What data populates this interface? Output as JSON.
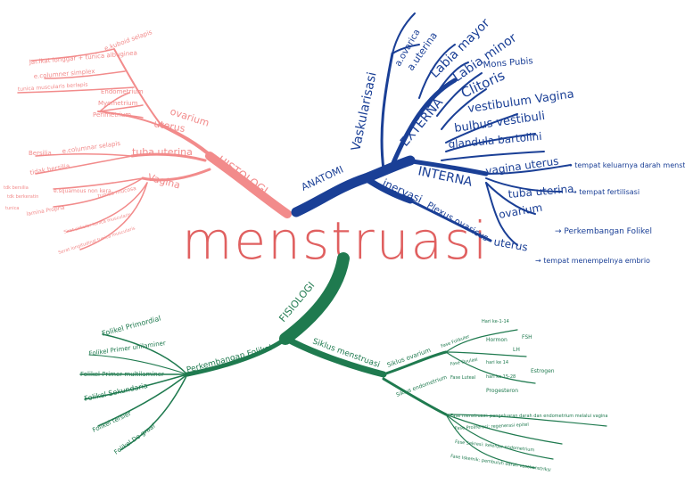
{
  "title": "menstruasi",
  "colors": {
    "histologi": "#f28b8b",
    "anatomi": "#1a3f96",
    "fisiologi": "#1f7a4f",
    "title": "#e06060"
  },
  "histologi": {
    "label": "HISTOLOGI",
    "ovarium": {
      "label": "ovarium",
      "items": [
        "e.kuboid selapis",
        "Jar.ikat longgar + tunica albuginea",
        "e.columner simplex",
        "tunica muscularis berlapis",
        "Endometrium",
        "Myometrium",
        "Perimetrium"
      ]
    },
    "uterus": {
      "label": "uterus"
    },
    "tuba": {
      "label": "tuba uterina",
      "items": [
        "Bersilia",
        "e.columnar selapis",
        "tidak bersilia"
      ]
    },
    "vagina": {
      "label": "Vagina",
      "items": [
        "tdk bersilia",
        "tdk berkeratin",
        "e.squamous non kera",
        "tunica mucosa",
        "tunica",
        "lamina Propria",
        "Sirat sirkular tunica muscularis",
        "Serat longitudinal tunica muscularis"
      ]
    }
  },
  "anatomi": {
    "label": "ANATOMI",
    "vaskularisasi": {
      "label": "Vaskularisasi",
      "items": [
        "a.ovarica",
        "a.uterina"
      ]
    },
    "eksterna": {
      "label": "EXTERNA",
      "items": [
        "Labia mayor",
        "Labia minor",
        "Mons Pubis",
        "Clitoris",
        "vestibulum Vagina",
        "bulbus vestibuli",
        "glandula bartolini"
      ]
    },
    "interna": {
      "label": "INTERNA",
      "items": [
        "vagina uterus",
        "tuba uterina",
        "ovarium",
        "uterus"
      ],
      "notes": [
        "→ tempat keluarnya darah menstruasi",
        "→ tempat fertilisasi",
        "→ Perkembangan Folikel",
        "→ tempat menempelnya embrio"
      ]
    },
    "inervasi": {
      "label": "inervasi",
      "items": [
        "Plexus ovaricus"
      ]
    }
  },
  "fisiologi": {
    "label": "FISIOLOGI",
    "folikel": {
      "label": "Perkembangan Folikel",
      "items": [
        "Folikel Primordial",
        "Folikel Primer unilaminer",
        "Folikel Primer multilaminer",
        "Folikel Sekundaria",
        "Folikel tersier",
        "Folikel De graaf"
      ]
    },
    "siklus": {
      "label": "Siklus menstruasi",
      "ovarium": {
        "label": "Siklus ovarium",
        "items": [
          "Fase Folikuler",
          "Fase Ovulasi",
          "Fase Luteal",
          "Hari ke-1-14",
          "Hormon",
          "FSH",
          "LH",
          "Estrogen",
          "hari ke 14",
          "Progesteron",
          "hari ke 15-28"
        ]
      },
      "endometrium": {
        "label": "Siklus endometrium",
        "items": [
          "Fase menstruasi: pengeluaran darah dan endometrium melalui vagina",
          "Fase Proliferasi: regenerasi epitel",
          "Fase Sekresi: kelenjar endometrium",
          "Fase Iskemik: pembuluh darah vasokonstriksi"
        ]
      }
    }
  }
}
